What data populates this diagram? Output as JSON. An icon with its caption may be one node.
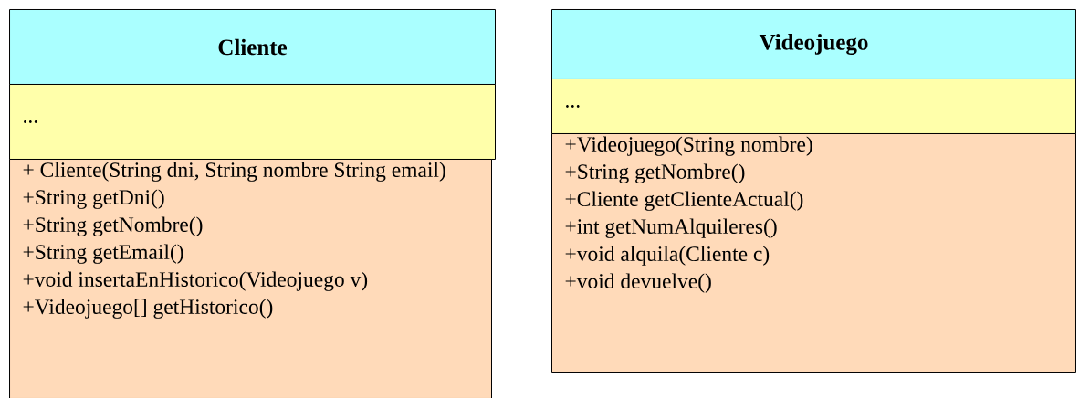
{
  "diagram": {
    "nodes": [
      {
        "text": [
          "Cliente"
        ]
      },
      {
        "text": [
          "..."
        ]
      },
      {
        "text": [
          "+ Cliente(String dni, String nombre String email)",
          "+String getDni()",
          "+String getNombre()",
          "+String getEmail()",
          "+void insertaEnHistorico(Videojuego v)",
          "+Videojuego[] getHistorico()"
        ]
      },
      {
        "text": [
          "Videojuego"
        ]
      },
      {
        "text": [
          "..."
        ]
      },
      {
        "text": [
          "+Videojuego(String nombre)",
          "+String getNombre()",
          "+Cliente getClienteActual()",
          "+int getNumAlquileres()",
          "+void alquila(Cliente c)",
          "+void devuelve()"
        ]
      }
    ]
  }
}
